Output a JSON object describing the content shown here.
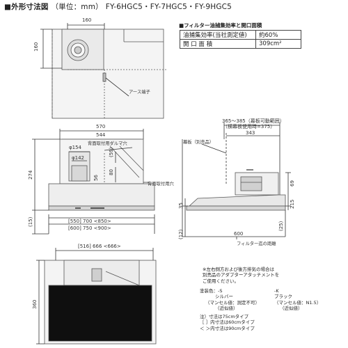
{
  "header": {
    "title": "■外形寸法図",
    "unit": "（単位：mm）",
    "models": "FY-6HGC5・FY-7HGC5・FY-9HGC5"
  },
  "spec_table": {
    "title": "■フィルター油捕集効率と開口面積",
    "rows": [
      {
        "label": "油捕集効率(当社測定値)",
        "value": "約60%"
      },
      {
        "label": "開 口 面 積",
        "value": "309cm²"
      }
    ]
  },
  "top_view": {
    "dims": {
      "w160": "160",
      "h160": "160"
    },
    "labels": {
      "earth": "アース端子"
    }
  },
  "front_view": {
    "dims": {
      "w570": "570",
      "w544": "544",
      "d154": "φ154",
      "d142": "φ142",
      "h59": "(59)",
      "h80": "80",
      "h56": "56",
      "h274": "274",
      "h15": "(15)",
      "w550": "[550] 700 <850>",
      "w600": "[600] 750 <900>"
    },
    "labels": {
      "damper": "背面取付用ダルマ穴",
      "rear_hole": "背面取付用穴"
    }
  },
  "side_view": {
    "dims": {
      "range": "365～385（幕板可動範囲）",
      "range_sub": "（横幕板使用時=375）",
      "w343": "343",
      "h69": "69",
      "h215": "215",
      "h35": "35",
      "h12": "(12)",
      "h25": "(25)",
      "w600": "600"
    },
    "labels": {
      "panel": "幕板（別売品）",
      "filter": "フィルター迄の距離"
    }
  },
  "bottom_view": {
    "dims": {
      "w516": "[516] 666 <666>",
      "h360": "360"
    }
  },
  "notes": {
    "exhaust": [
      "※左右側方および後方排気の場合は",
      "別売品のアダプターアタッチメントを",
      "ご使用ください。"
    ],
    "color_label": "塗装色：-S",
    "color_k": "-K",
    "silver": "シルバー",
    "silver_munsell": "（マンセル値：測定不可）",
    "silver_approx": "（近似値）",
    "black": "ブラック",
    "black_munsell": "（マンセル値：N1.5）",
    "black_approx": "（近似値）",
    "size_notes": [
      "注）寸法は75cmタイプ",
      "［ ］内寸法は60cmタイプ",
      "＜ ＞内寸法は90cmタイプ"
    ]
  }
}
